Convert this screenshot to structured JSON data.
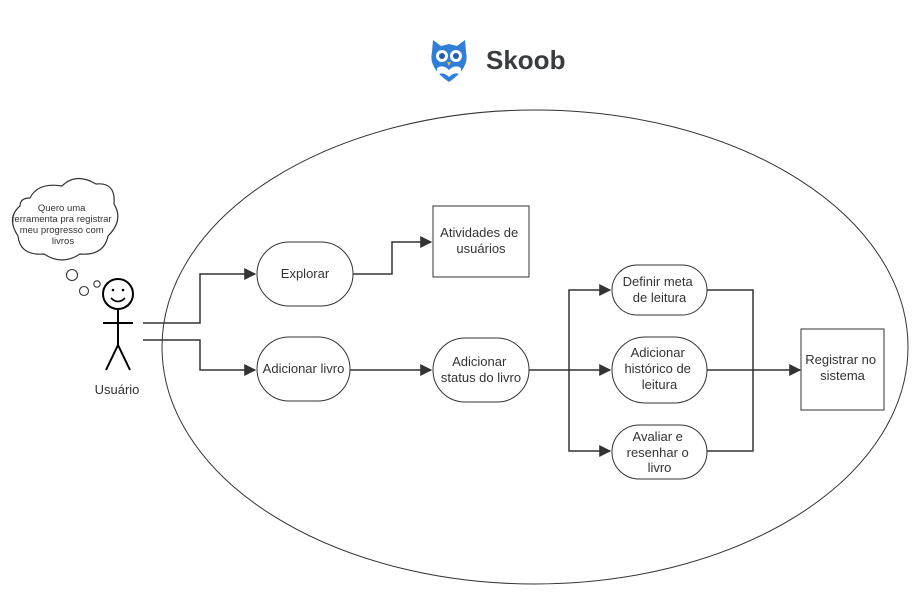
{
  "header": {
    "brand_name": "Skoob",
    "logo_icon": "owl-logo-icon"
  },
  "actor": {
    "name": "Usuário",
    "thought": [
      "Quero uma",
      "ferramenta pra registrar",
      "meu progresso com",
      "livros"
    ]
  },
  "nodes": {
    "explorar": [
      "Explorar"
    ],
    "atividades": [
      "Atividades de",
      "usuários"
    ],
    "adicionar_livro": [
      "Adicionar livro"
    ],
    "adicionar_status": [
      "Adicionar",
      "status do livro"
    ],
    "definir_meta": [
      "Definir meta",
      "de leitura"
    ],
    "adicionar_historico": [
      "Adicionar",
      "histórico de",
      "leitura"
    ],
    "avaliar": [
      "Avaliar e",
      "resenhar o",
      "livro"
    ],
    "registrar": [
      "Registrar no",
      "sistema"
    ]
  },
  "colors": {
    "stroke": "#333333",
    "logo_blue": "#2f7fd8",
    "logo_dark": "#1d5fae",
    "text": "#333333"
  }
}
